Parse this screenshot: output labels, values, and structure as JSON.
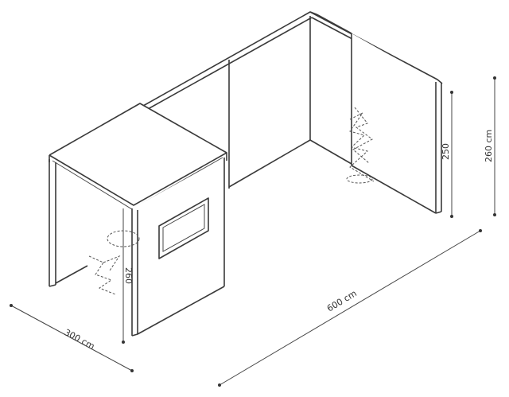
{
  "dimensions": {
    "width_label": "600 cm",
    "depth_label": "300 cm",
    "height_label": "260 cm",
    "back_wall_height_label": "250",
    "cabin_height_label": "260"
  }
}
